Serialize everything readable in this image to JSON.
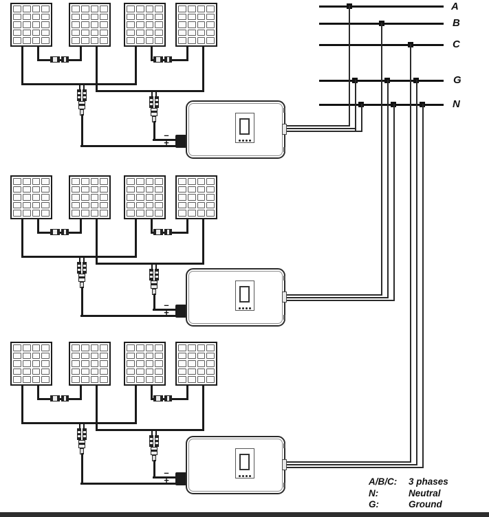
{
  "bus": {
    "labels": [
      "A",
      "B",
      "C",
      "G",
      "N"
    ]
  },
  "legend": [
    {
      "key": "A/B/C:",
      "value": "3 phases"
    },
    {
      "key": "N:",
      "value": "Neutral"
    },
    {
      "key": "G:",
      "value": "Ground"
    }
  ],
  "inverters": [
    {
      "minus": "–",
      "plus": "+"
    },
    {
      "minus": "–",
      "plus": "+"
    },
    {
      "minus": "–",
      "plus": "+"
    }
  ],
  "structure": {
    "rows": 3,
    "panels_per_row": 4,
    "bus_line_count": 5
  },
  "colors": {
    "background": "#ffffff",
    "dc_wire": "#1a1a1a",
    "ac_wire": "#2a2a2a",
    "bus_line": "#111111",
    "bottom_bar": "#2e2e2e"
  }
}
